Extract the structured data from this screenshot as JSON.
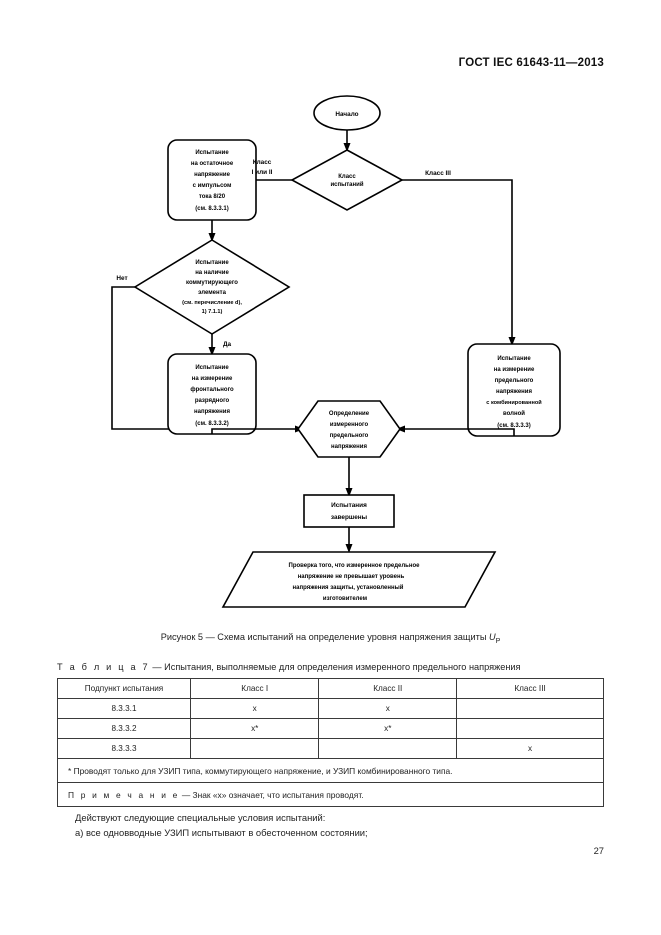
{
  "header": {
    "standard_title": "ГОСТ IEC 61643-11—2013"
  },
  "flowchart": {
    "nodes": {
      "start": "Начало",
      "decision_class": [
        "Класс",
        "испытаний"
      ],
      "residual_voltage_test": [
        "Испытание",
        "на остаточное",
        "напряжение",
        "с импульсом",
        "тока 8/20",
        "(см. 8.3.3.1)"
      ],
      "switching_element_test": [
        "Испытание",
        "на наличие",
        "коммутирующего",
        "элемента",
        "(см. перечисление d),",
        "1) 7.1.1)"
      ],
      "front_discharge_test": [
        "Испытание",
        "на измерение",
        "фронтального",
        "разрядного",
        "напряжения",
        "(см. 8.3.3.2)"
      ],
      "combination_wave_test": [
        "Испытание",
        "на измерение",
        "предельного",
        "напряжения",
        "с комбинированной",
        "волной",
        "(см. 8.3.3.3)"
      ],
      "determination": [
        "Определение",
        "измеренного",
        "предельного",
        "напряжения"
      ],
      "tests_complete": [
        "Испытания",
        "завершены"
      ],
      "verification": [
        "Проверка того, что измеренное предельное",
        "напряжение не превышает уровень",
        "напряжения защиты, установленный",
        "изготовителем"
      ]
    },
    "edge_labels": {
      "class_i_ii": [
        "Класс",
        "I или II"
      ],
      "class_iii": "Класс III",
      "no": "Нет",
      "yes": "Да"
    }
  },
  "figure": {
    "caption_prefix": "Рисунок 5 — Схема испытаний на определение уровня напряжения защиты ",
    "caption_symbol": "U",
    "caption_symbol_sub": "P"
  },
  "table": {
    "caption_label": "Т а б л и ц а  7",
    "caption_text": " — Испытания, выполняемые для определения измеренного предельного напряжения",
    "headers": [
      "Подпункт испытания",
      "Класс I",
      "Класс II",
      "Класс III"
    ],
    "rows": [
      {
        "subclause": "8.3.3.1",
        "class_i": "x",
        "class_ii": "x",
        "class_iii": ""
      },
      {
        "subclause": "8.3.3.2",
        "class_i": "x*",
        "class_ii": "x*",
        "class_iii": ""
      },
      {
        "subclause": "8.3.3.3",
        "class_i": "",
        "class_ii": "",
        "class_iii": "x"
      }
    ],
    "footnote": "* Проводят только для УЗИП типа, коммутирующего напряжение, и УЗИП комбинированного типа.",
    "note_label": "П р и м е ч а н и е",
    "note_text": " — Знак «х» означает, что испытания проводят."
  },
  "body": {
    "intro": "Действуют следующие специальные условия испытаний:",
    "item_a": "a) все одновводные УЗИП испытывают в обесточенном состоянии;"
  },
  "footer": {
    "page_number": "27"
  }
}
